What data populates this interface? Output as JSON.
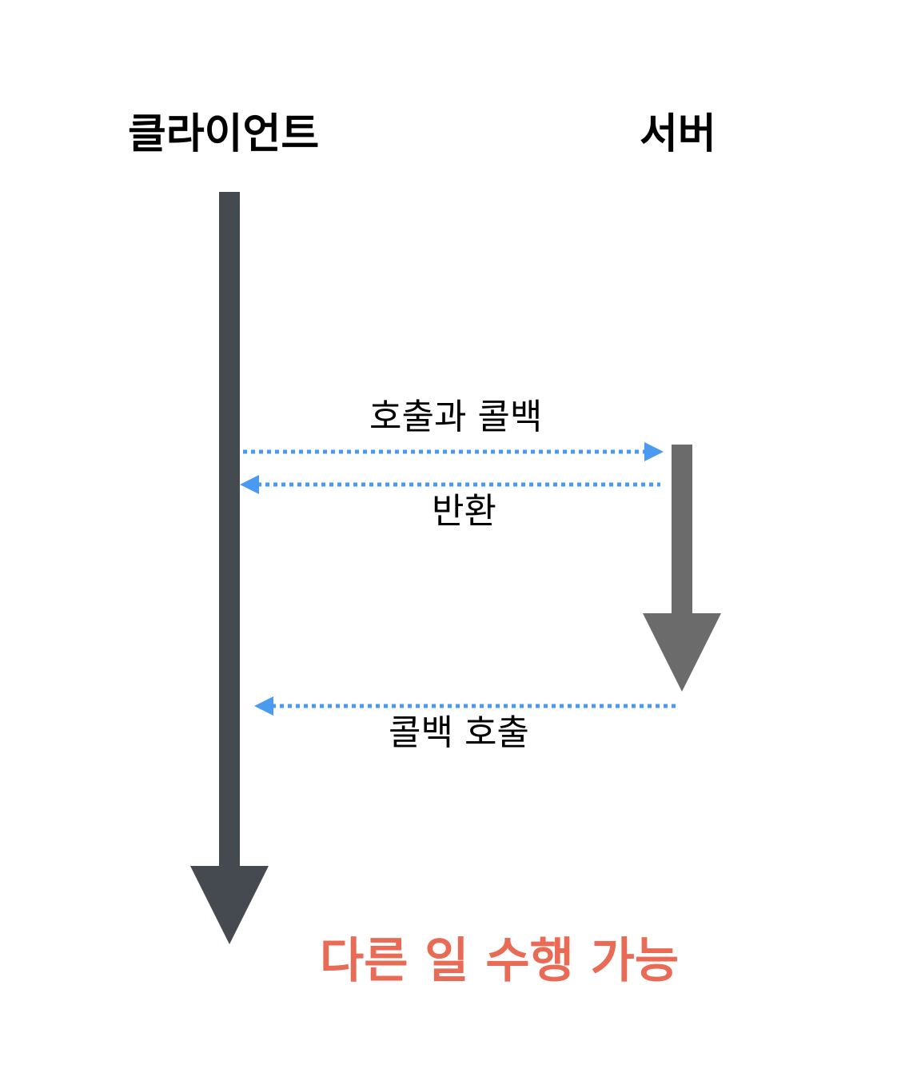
{
  "lifelines": {
    "client": {
      "label": "클라이언트"
    },
    "server": {
      "label": "서버"
    }
  },
  "messages": {
    "call": {
      "label": "호출과 콜백"
    },
    "return": {
      "label": "반환"
    },
    "callback": {
      "label": "콜백 호출"
    }
  },
  "note": {
    "label": "다른 일 수행 가능",
    "color": "#e96b55"
  },
  "colors": {
    "client_arrow": "#454a51",
    "server_arrow": "#6b6b6b",
    "message_arrow": "#4a9bf0"
  }
}
